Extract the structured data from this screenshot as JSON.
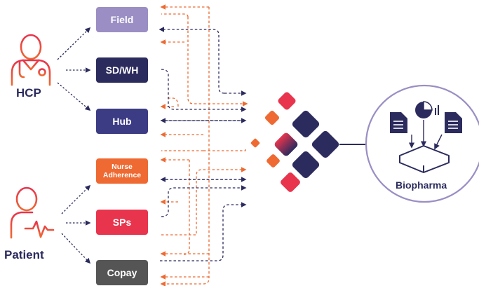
{
  "actors": {
    "hcp": {
      "label": "HCP",
      "icon": "doctor-icon"
    },
    "patient": {
      "label": "Patient",
      "icon": "patient-icon"
    }
  },
  "sources": [
    {
      "id": "field",
      "label": "Field",
      "color": "#9b8ec4"
    },
    {
      "id": "sdwh",
      "label": "SD/WH",
      "color": "#2b2b5e"
    },
    {
      "id": "hub",
      "label": "Hub",
      "color": "#3c3c85"
    },
    {
      "id": "nurse",
      "label": "Nurse Adherence",
      "line1": "Nurse",
      "line2": "Adherence",
      "color": "#ee6a32"
    },
    {
      "id": "sps",
      "label": "SPs",
      "color": "#e8344d"
    },
    {
      "id": "copay",
      "label": "Copay",
      "color": "#555555"
    }
  ],
  "destination": {
    "label": "Biopharma",
    "icon": "data-warehouse-icon"
  },
  "hub_logo": {
    "icon": "diamond-logo-icon"
  },
  "colors": {
    "navy": "#2b2b5e",
    "orange": "#ee6a32",
    "red": "#e8344d",
    "lavender": "#9b8ec4"
  }
}
